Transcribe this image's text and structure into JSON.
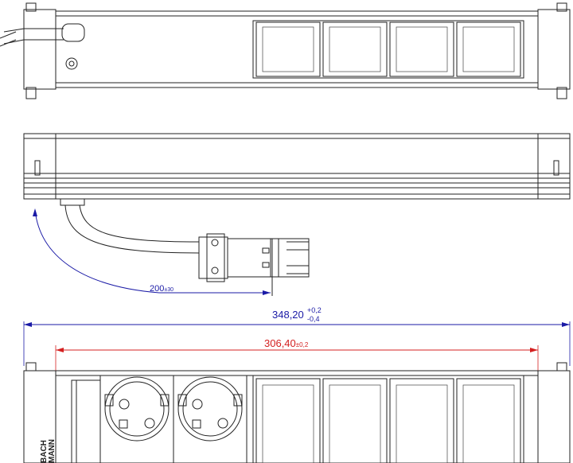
{
  "dimensions": {
    "cable_length": {
      "value": "200",
      "tolerance": "±30",
      "color": "#1a1aa6"
    },
    "overall_length": {
      "value": "348,20",
      "tol_plus": "+0,2",
      "tol_minus": "-0,4",
      "color": "#1a1aa6"
    },
    "inner_length": {
      "value": "306,40",
      "tolerance": "±0,2",
      "color": "#d42020"
    }
  },
  "logo": {
    "line1": "BACH",
    "line2": "MANN"
  },
  "colors": {
    "line": "#222222",
    "dim_blue": "#1a1aa6",
    "dim_red": "#d42020"
  }
}
